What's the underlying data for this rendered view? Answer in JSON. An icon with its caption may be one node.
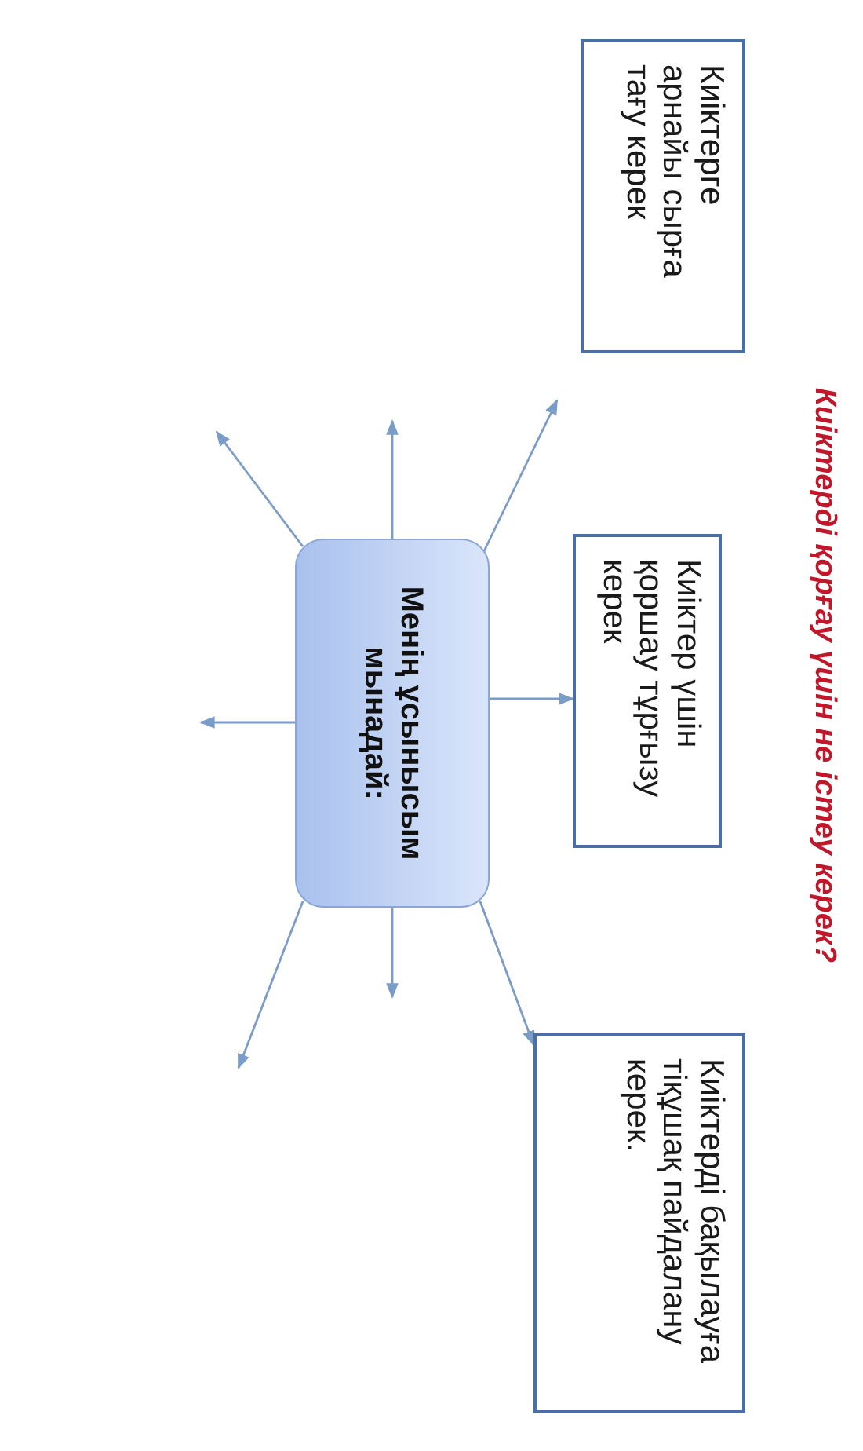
{
  "diagram": {
    "title": "Киіктерді қорғау үшін не істеу керек?",
    "nodes": [
      {
        "text": [
          "Киіктерге арнайы сырға тағу керек"
        ]
      },
      {
        "text": [
          "Киіктер үшін қоршау тұрғызу керек"
        ]
      },
      {
        "text": [
          "Киіктерді бақылауға тіқұшақ пайдалану керек."
        ]
      },
      {
        "text": [
          "Менің ұсынысым мынадай:"
        ]
      }
    ],
    "edges": [
      {
        "from": 3,
        "to": null,
        "arrow": "to"
      },
      {
        "from": 3,
        "to": 1,
        "arrow": "to"
      },
      {
        "from": 3,
        "to": 2,
        "arrow": "to"
      },
      {
        "from": 3,
        "to": null,
        "arrow": "to"
      },
      {
        "from": 3,
        "to": null,
        "arrow": "to"
      },
      {
        "from": 3,
        "to": null,
        "arrow": "to"
      },
      {
        "from": 3,
        "to": null,
        "arrow": "to"
      },
      {
        "from": 3,
        "to": null,
        "arrow": "to"
      }
    ]
  }
}
